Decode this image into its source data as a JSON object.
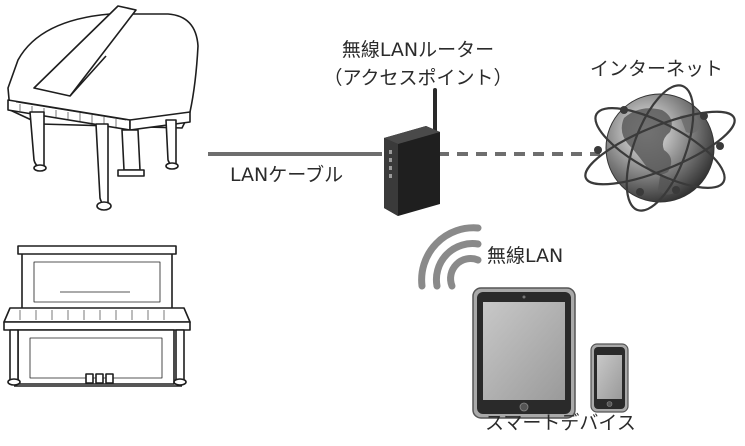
{
  "router": {
    "line1": "無線LANルーター",
    "line2": "（アクセスポイント）"
  },
  "internet_label": "インターネット",
  "lan_cable_label": "LANケーブル",
  "wireless_label": "無線LAN",
  "smart_device_label": "スマートデバイス",
  "icons": [
    "grand-piano",
    "upright-piano",
    "wireless-router",
    "globe",
    "wifi-signal",
    "tablet",
    "smartphone"
  ]
}
